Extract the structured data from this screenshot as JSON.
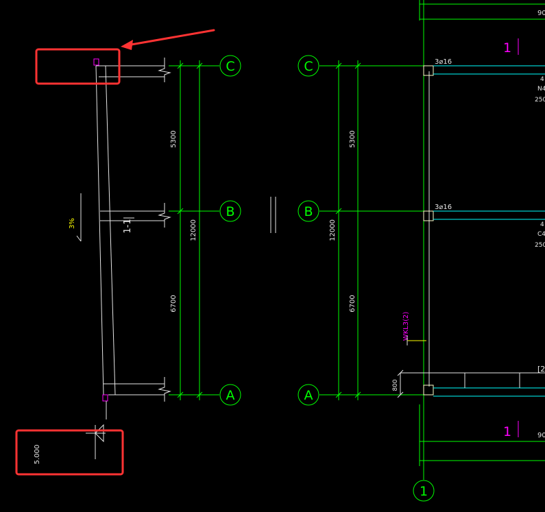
{
  "colors": {
    "background": "#000000",
    "axis": "#00ff00",
    "wall": "#e6e6e6",
    "beam": "#00ffff",
    "highlight": "#ff3333",
    "magenta": "#ff00ff",
    "slope": "#ffff00",
    "column": "#ffffcc"
  },
  "axes": {
    "c": "C",
    "b": "B",
    "a": "A",
    "one": "1"
  },
  "dims": {
    "d5300_left": "5300",
    "d6700_left": "6700",
    "d12000_left": "12000",
    "d5300_right": "5300",
    "d6700_right": "6700",
    "d12000_right": "12000",
    "d800": "800"
  },
  "annotations": {
    "section_mark": "1-1",
    "slope": "3%",
    "elevation": "5.000",
    "rebar_c": "3⌀16",
    "rebar_b": "3⌀16",
    "beam_tag": "WKL3(2)",
    "top_right_90": "90",
    "bottom_right_90": "90",
    "beam_note_c_1": "4",
    "beam_note_c_2": "N4",
    "beam_note_c_3": "250",
    "beam_note_b_1": "4",
    "beam_note_b_2": "C4",
    "beam_note_b_3": "250",
    "a_label": "[2",
    "top_one_mark": "1",
    "bottom_one_mark": "1"
  }
}
